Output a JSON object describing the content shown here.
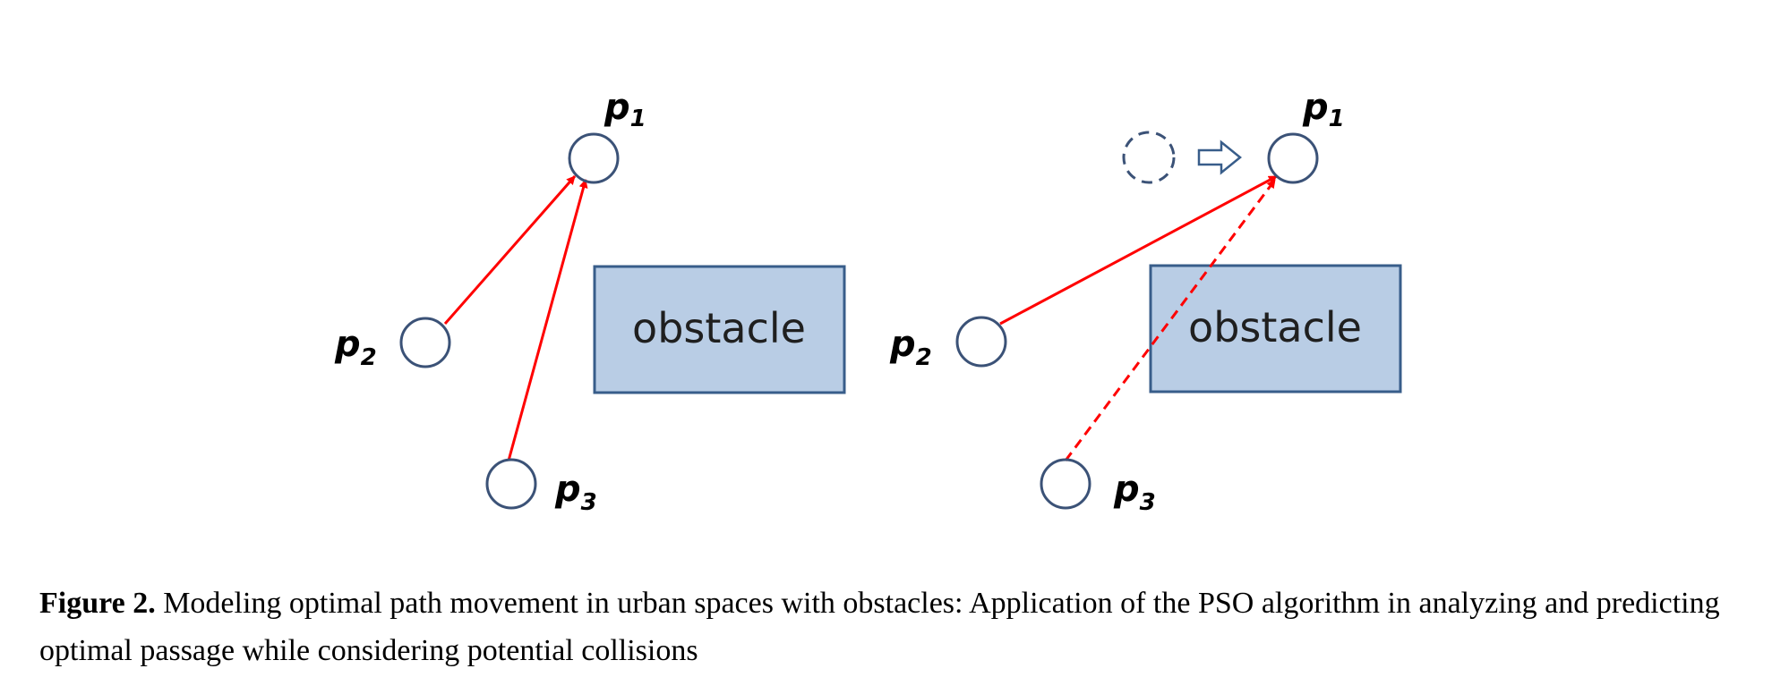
{
  "diagram": {
    "node_letter": "p",
    "nodes": [
      {
        "id": "p1",
        "subscript": "1"
      },
      {
        "id": "p2",
        "subscript": "2"
      },
      {
        "id": "p3",
        "subscript": "3"
      }
    ],
    "obstacle_label": "obstacle",
    "colors": {
      "node_stroke": "#3b5277",
      "arrow": "#ff0000",
      "obstacle_fill": "#b9cde5",
      "obstacle_stroke": "#385d8a",
      "move_arrow": "#385d8a"
    },
    "panels": [
      {
        "id": "left",
        "edges": [
          {
            "from": "p2",
            "to": "p1",
            "style": "solid"
          },
          {
            "from": "p3",
            "to": "p1",
            "style": "solid"
          }
        ]
      },
      {
        "id": "right",
        "edges": [
          {
            "from": "p2",
            "to": "p1",
            "style": "solid"
          },
          {
            "from": "p3",
            "to": "p1",
            "style": "dashed"
          }
        ],
        "previous_position_marker": "dashed-circle",
        "movement_icon": "right-arrow-outline-icon"
      }
    ]
  },
  "caption": {
    "label": "Figure 2.",
    "text": " Modeling optimal path movement in urban spaces with obstacles: Application of the PSO algorithm in analyzing and predicting optimal passage while considering potential collisions"
  }
}
